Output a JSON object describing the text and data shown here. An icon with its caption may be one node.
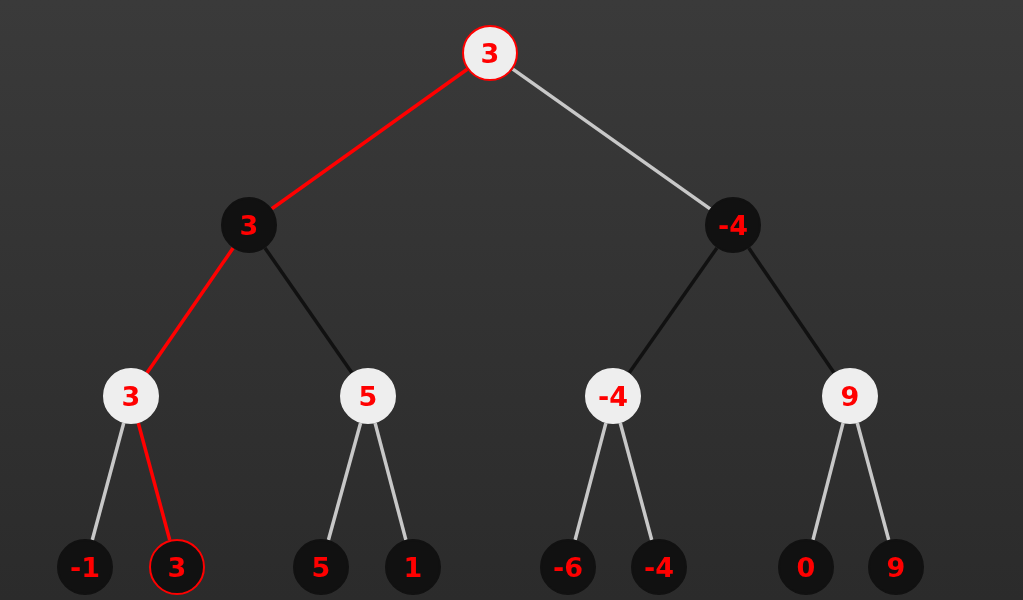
{
  "diagram": {
    "nodes": [
      {
        "text": [
          "3"
        ]
      },
      {
        "text": [
          "3"
        ]
      },
      {
        "text": [
          "-4"
        ]
      },
      {
        "text": [
          "3"
        ]
      },
      {
        "text": [
          "5"
        ]
      },
      {
        "text": [
          "-4"
        ]
      },
      {
        "text": [
          "9"
        ]
      },
      {
        "text": [
          "-1"
        ]
      },
      {
        "text": [
          "3"
        ]
      },
      {
        "text": [
          "5"
        ]
      },
      {
        "text": [
          "1"
        ]
      },
      {
        "text": [
          "-6"
        ]
      },
      {
        "text": [
          "-4"
        ]
      },
      {
        "text": [
          "0"
        ]
      },
      {
        "text": [
          "9"
        ]
      }
    ],
    "edges": [
      {
        "from": 0,
        "to": 1,
        "arrow": "none",
        "color": "#ff0000"
      },
      {
        "from": 0,
        "to": 2,
        "arrow": "none"
      },
      {
        "from": 1,
        "to": 3,
        "arrow": "none",
        "color": "#ff0000"
      },
      {
        "from": 1,
        "to": 4,
        "arrow": "none",
        "color": "#111111"
      },
      {
        "from": 2,
        "to": 5,
        "arrow": "none",
        "color": "#111111"
      },
      {
        "from": 2,
        "to": 6,
        "arrow": "none",
        "color": "#111111"
      },
      {
        "from": 3,
        "to": 7,
        "arrow": "none"
      },
      {
        "from": 3,
        "to": 8,
        "arrow": "none",
        "color": "#ff0000"
      },
      {
        "from": 4,
        "to": 9,
        "arrow": "none"
      },
      {
        "from": 4,
        "to": 10,
        "arrow": "none"
      },
      {
        "from": 5,
        "to": 11,
        "arrow": "none"
      },
      {
        "from": 5,
        "to": 12,
        "arrow": "none"
      },
      {
        "from": 6,
        "to": 13,
        "arrow": "none"
      },
      {
        "from": 6,
        "to": 14,
        "arrow": "none"
      }
    ]
  }
}
